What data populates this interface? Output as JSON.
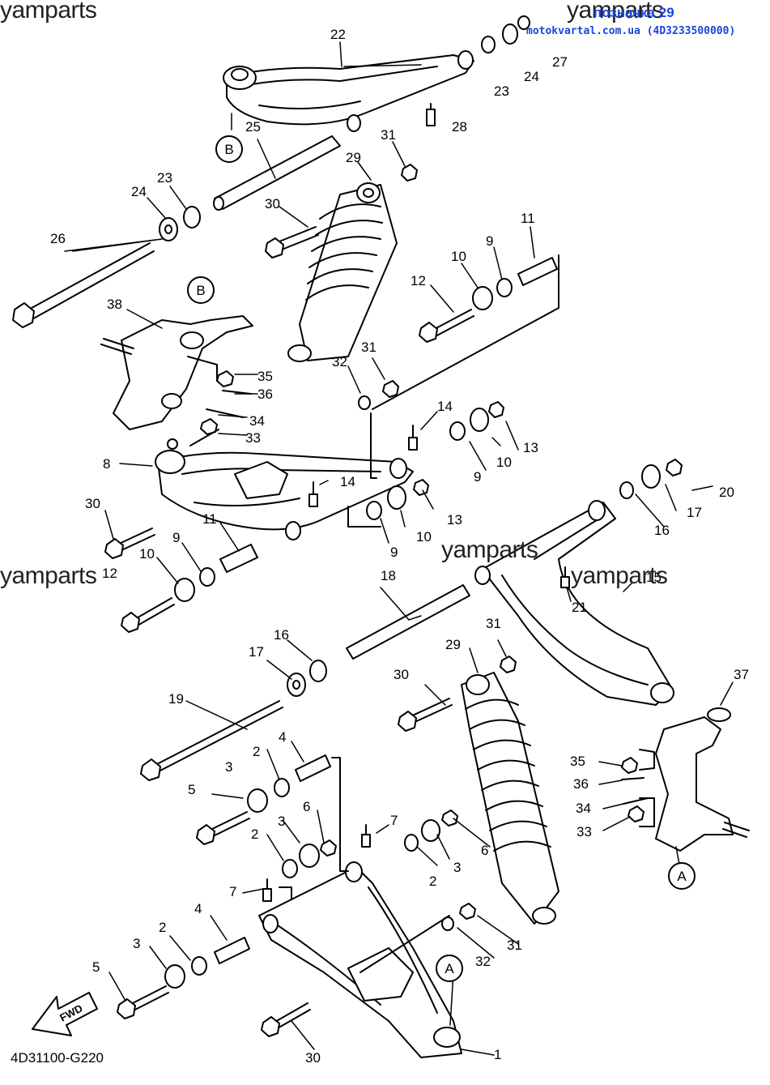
{
  "watermark": "yamparts",
  "header": {
    "link_text": "позначка 29",
    "site_text": "motokvartal.com.ua (4D3233500000)",
    "link_color": "#1a44d8"
  },
  "diagram_code": "4D31100-G220",
  "fwd_label": "FWD",
  "part_numbers": [
    "1",
    "2",
    "3",
    "4",
    "5",
    "6",
    "7",
    "8",
    "9",
    "10",
    "11",
    "12",
    "13",
    "14",
    "15",
    "16",
    "17",
    "18",
    "19",
    "20",
    "21",
    "22",
    "23",
    "24",
    "25",
    "26",
    "27",
    "28",
    "29",
    "30",
    "31",
    "32",
    "33",
    "34",
    "35",
    "36",
    "37",
    "38"
  ],
  "markers": {
    "a": "A",
    "b": "B"
  }
}
